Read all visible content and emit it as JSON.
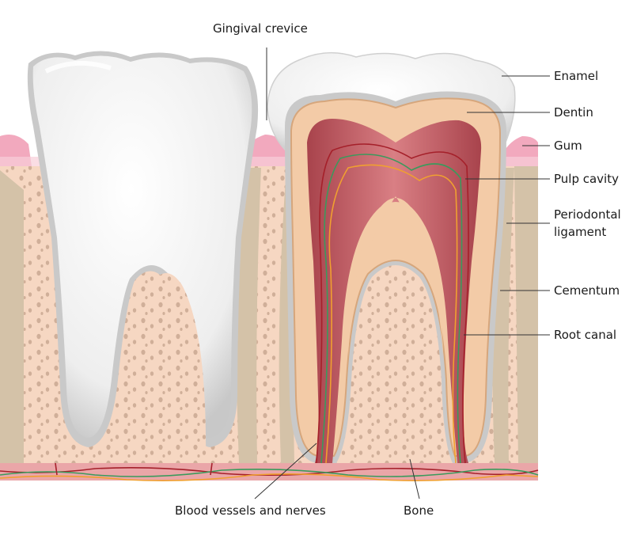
{
  "labels": {
    "gingival_crevice": "Gingival crevice",
    "enamel": "Enamel",
    "dentin": "Dentin",
    "gum": "Gum",
    "pulp_cavity": "Pulp cavity",
    "periodontal_ligament_1": "Periodontal",
    "periodontal_ligament_2": "ligament",
    "cementum": "Cementum",
    "root_canal": "Root canal",
    "blood_vessels": "Blood vessels and nerves",
    "bone": "Bone"
  },
  "colors": {
    "bone": "#f6d7c2",
    "bone_dots": "#c9a892",
    "ligament": "#d4c2a8",
    "cementum": "#c9c9c9",
    "gum": "#f2a9be",
    "gum_pale": "#f8cfd8",
    "enamel": "#f1f1f1",
    "dentin": "#f3cba7",
    "dentin_edge": "#d6a67c",
    "pulp": "#c0575f",
    "pulp_dark": "#9f3d46",
    "vessel_red": "#a5202a",
    "vessel_green": "#3a9a5c",
    "vessel_orange": "#f0a030",
    "leader": "#333333"
  }
}
